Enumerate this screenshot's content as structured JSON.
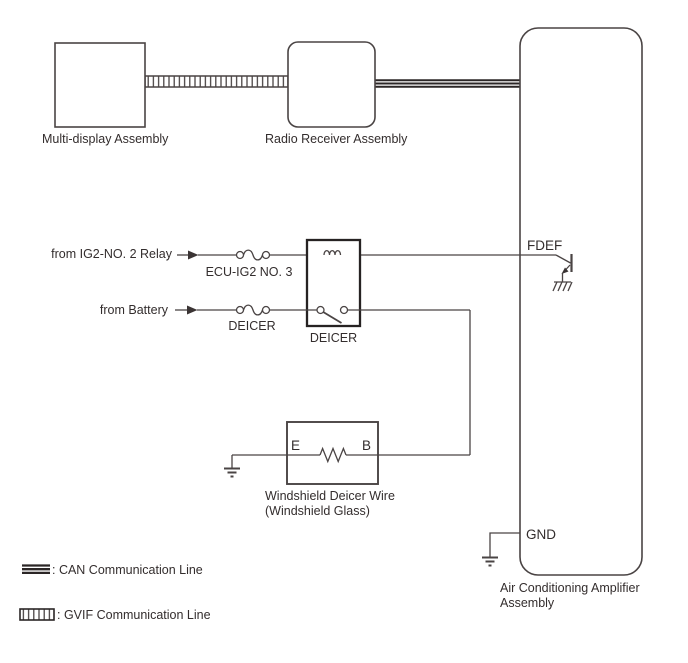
{
  "diagram": {
    "title_hint": "Windshield deicer wiring diagram",
    "components": {
      "multi_display": {
        "label": "Multi-display Assembly"
      },
      "radio_receiver": {
        "label": "Radio Receiver Assembly"
      },
      "ac_amplifier": {
        "label_line1": "Air Conditioning Amplifier",
        "label_line2": "Assembly"
      },
      "deicer_relay": {
        "label": "DEICER"
      },
      "windshield_deicer_wire": {
        "label_line1": "Windshield Deicer Wire",
        "label_line2": "(Windshield Glass)",
        "terminal_left": "E",
        "terminal_right": "B"
      }
    },
    "fuses": {
      "ecu_ig2_no3": {
        "label": "ECU-IG2 NO. 3"
      },
      "deicer": {
        "label": "DEICER"
      }
    },
    "sources": {
      "ig2_relay": {
        "label": "from IG2-NO. 2 Relay"
      },
      "battery": {
        "label": "from Battery"
      }
    },
    "pins": {
      "fdef": {
        "label": "FDEF"
      },
      "gnd": {
        "label": "GND"
      }
    },
    "legend": [
      {
        "symbol": "can-line-symbol",
        "label": ": CAN Communication Line"
      },
      {
        "symbol": "gvif-line-symbol",
        "label": ": GVIF Communication Line"
      }
    ],
    "colors": {
      "wire": "#4a4444",
      "can_line": "#2b2626",
      "relay_border": "#262222",
      "text": "#332d2d",
      "background": "#ffffff"
    }
  }
}
